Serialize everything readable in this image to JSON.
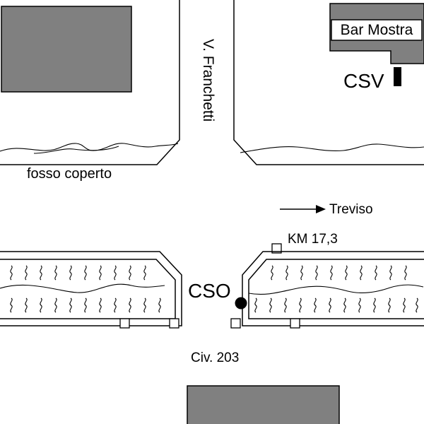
{
  "map": {
    "labels": {
      "bar_mostra": "Bar Mostra",
      "csv": "CSV",
      "street_vertical": "V. Franchetti",
      "fosso": "fosso coperto",
      "direction": "Treviso",
      "km": "KM 17,3",
      "cso": "CSO",
      "civico": "Civ. 203"
    },
    "colors": {
      "building_fill": "#808080",
      "line": "#000000",
      "background": "#ffffff"
    }
  }
}
